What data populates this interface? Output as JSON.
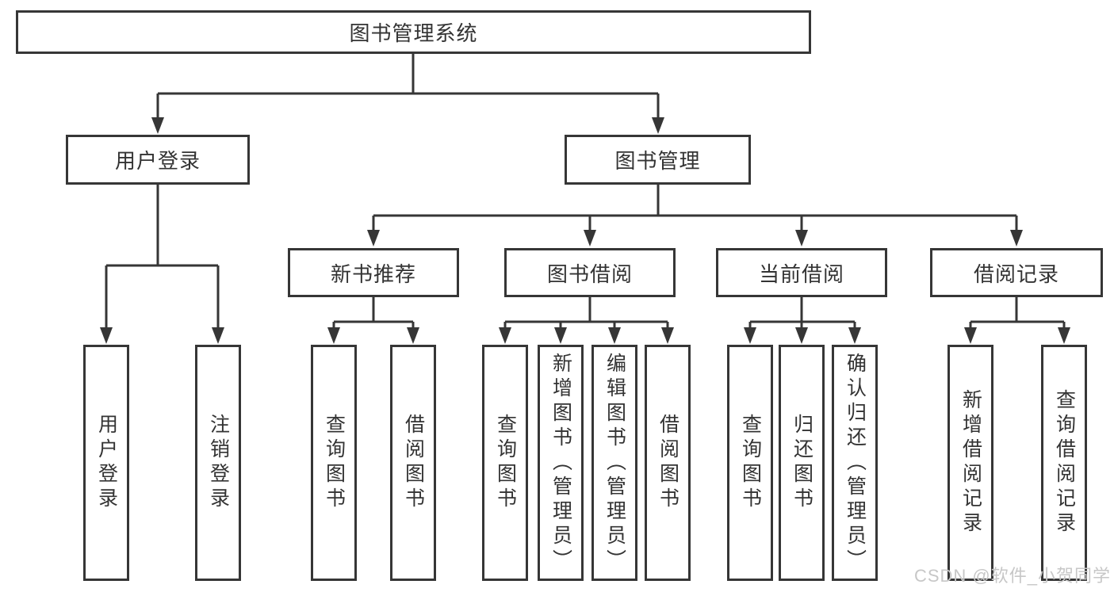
{
  "diagram": {
    "root": {
      "label": "图书管理系统"
    },
    "level2": [
      {
        "label": "用户登录"
      },
      {
        "label": "图书管理"
      }
    ],
    "level3": [
      {
        "label": "新书推荐"
      },
      {
        "label": "图书借阅"
      },
      {
        "label": "当前借阅"
      },
      {
        "label": "借阅记录"
      }
    ],
    "leaves": [
      {
        "label": "用户登录"
      },
      {
        "label": "注销登录"
      },
      {
        "label": "查询图书"
      },
      {
        "label": "借阅图书"
      },
      {
        "label": "查询图书"
      },
      {
        "label": "新增图书（管理员）"
      },
      {
        "label": "编辑图书（管理员）"
      },
      {
        "label": "借阅图书"
      },
      {
        "label": "查询图书"
      },
      {
        "label": "归还图书"
      },
      {
        "label": "确认归还（管理员）"
      },
      {
        "label": "新增借阅记录"
      },
      {
        "label": "查询借阅记录"
      }
    ]
  },
  "watermark": {
    "text": "CSDN @软件_小贺同学"
  },
  "colors": {
    "line": "#363636",
    "border": "#363636",
    "text": "#333333",
    "background": "#ffffff",
    "watermark": "#c7c7c7"
  }
}
